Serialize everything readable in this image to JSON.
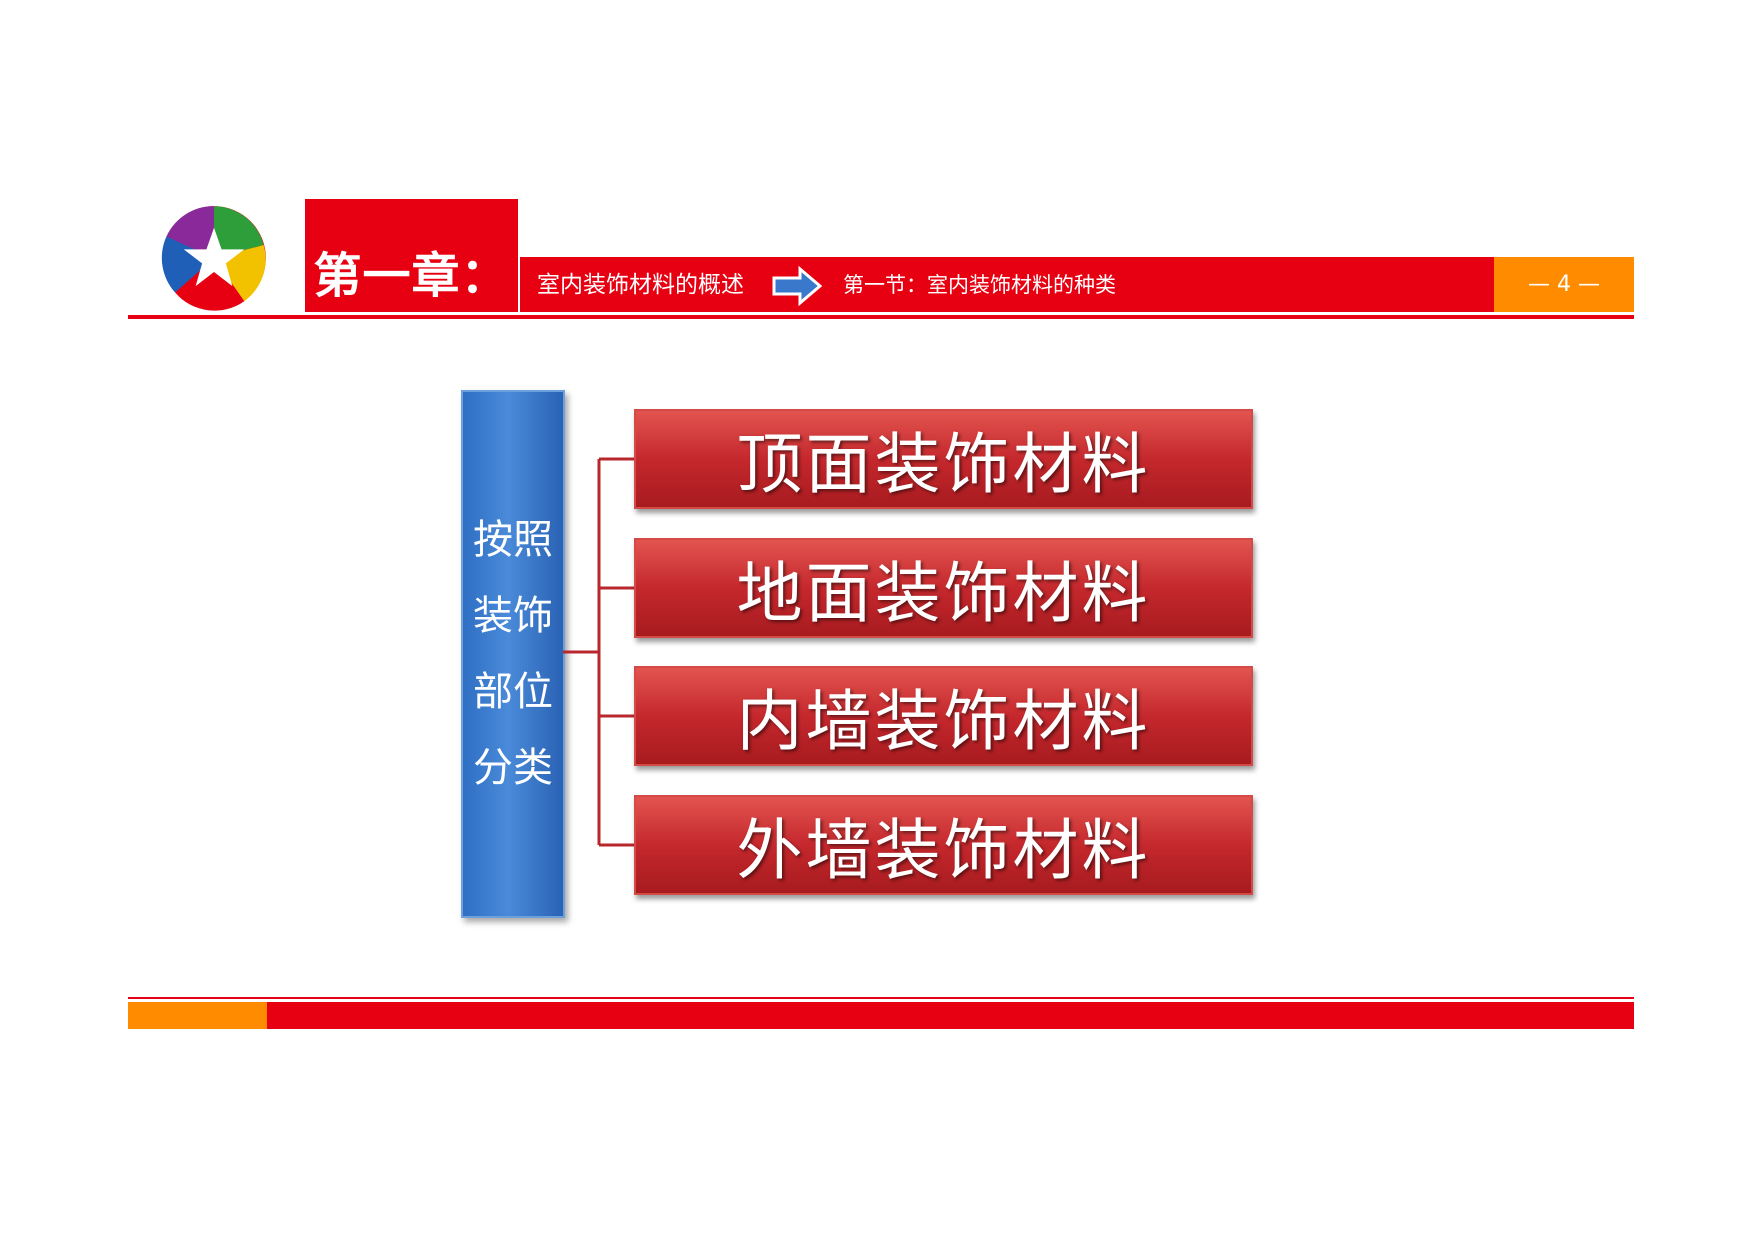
{
  "header": {
    "chapter": "第一章：",
    "overview": "室内装饰材料的概述",
    "section": "第一节：室内装饰材料的种类",
    "page_number": "— 4 —"
  },
  "diagram": {
    "category": "按照装饰部位分类",
    "items": [
      "顶面装饰材料",
      "地面装饰材料",
      "内墙装饰材料",
      "外墙装饰材料"
    ]
  },
  "colors": {
    "brand_red": "#e60012",
    "accent_orange": "#ff8c00",
    "category_blue": "#3a78cc",
    "item_red": "#c5282d"
  },
  "icons": [
    "logo-star-icon",
    "arrow-right-icon"
  ]
}
